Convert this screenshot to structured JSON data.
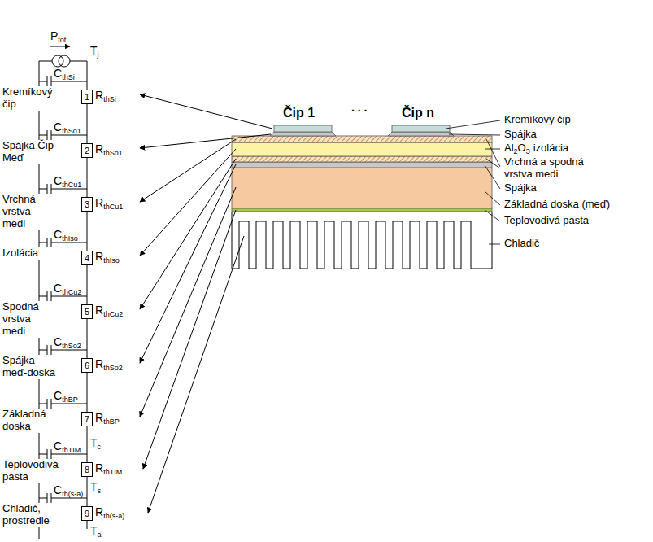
{
  "diagram": {
    "nodes": [
      {
        "text": [
          "1"
        ]
      },
      {
        "text": [
          "2"
        ]
      },
      {
        "text": [
          "3"
        ]
      },
      {
        "text": [
          "4"
        ]
      },
      {
        "text": [
          "5"
        ]
      },
      {
        "text": [
          "6"
        ]
      },
      {
        "text": [
          "7"
        ]
      },
      {
        "text": [
          "8"
        ]
      },
      {
        "text": [
          "9"
        ]
      }
    ],
    "edges": [
      {
        "from": 0,
        "to": 1,
        "arrow": "none"
      },
      {
        "from": 1,
        "to": 2,
        "arrow": "none"
      },
      {
        "from": 2,
        "to": 3,
        "arrow": "none"
      },
      {
        "from": 3,
        "to": 4,
        "arrow": "none"
      },
      {
        "from": 4,
        "to": 5,
        "arrow": "none"
      },
      {
        "from": 5,
        "to": 6,
        "arrow": "none"
      },
      {
        "from": 6,
        "to": 7,
        "arrow": "none"
      },
      {
        "from": 7,
        "to": 8,
        "arrow": "none"
      }
    ],
    "labels": [
      "Kremíkový čip",
      "Spájka Čip-Meď",
      "Vrchná vrstva medi",
      "Izolácia",
      "Spodná vrstva medi",
      "Spájka meď-doska",
      "Základná doska",
      "Teplovodivá pasta",
      "Chladič, prostredie",
      "P",
      "tot",
      "T",
      "j",
      "C",
      "thSi",
      "R",
      "thSi",
      "C",
      "thSo1",
      "R",
      "thSo1",
      "C",
      "thCu1",
      "R",
      "thCu1",
      "C",
      "thIso",
      "R",
      "thIso",
      "C",
      "thCu2",
      "R",
      "thCu2",
      "C",
      "thSo2",
      "R",
      "thSo2",
      "C",
      "thBP",
      "R",
      "thBP",
      "C",
      "thTIM",
      "T",
      "c",
      "R",
      "thTIM",
      "C",
      "th(s-a)",
      "T",
      "s",
      "R",
      "th(s-a)",
      "T",
      "a",
      "Čip 1",
      ". . .",
      "Čip n",
      "Kremíkový čip",
      "Spájka",
      "Al",
      "2",
      "O",
      "3",
      "izolácia",
      "Vrchná a spodná vrstva medi",
      "Spájka",
      "Základná doska (meď)",
      "Teplovodivá pasta",
      "Chladič"
    ]
  }
}
